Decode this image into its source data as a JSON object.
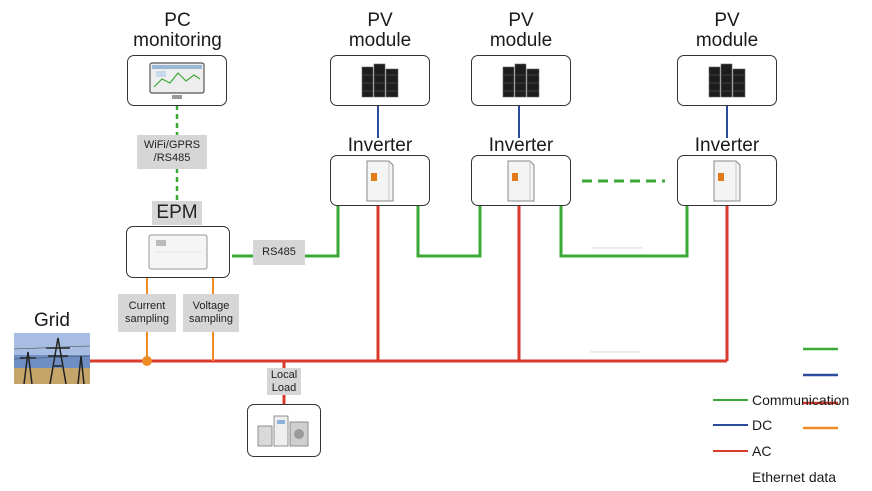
{
  "title_pc": "PC\nmonitoring",
  "title_pv": [
    "PV\nmodule",
    "PV\nmodule",
    "PV\nmodule"
  ],
  "inverter_label": "Inverter",
  "epm_label": "EPM",
  "grid_label": "Grid",
  "tags": {
    "wifi": "WiFi/GPRS\n/RS485",
    "rs485": "RS485",
    "current": "Current\nsampling",
    "voltage": "Voltage\nsampling",
    "local": "Local\nLoad"
  },
  "legend": {
    "communication": "Communication",
    "dc": "DC",
    "ac": "AC",
    "ethernet": "Ethernet data"
  },
  "colors": {
    "communication": "#3aa935",
    "dc": "#2d4b9c",
    "ac": "#d93a2b",
    "ethernet": "#f08a24"
  }
}
